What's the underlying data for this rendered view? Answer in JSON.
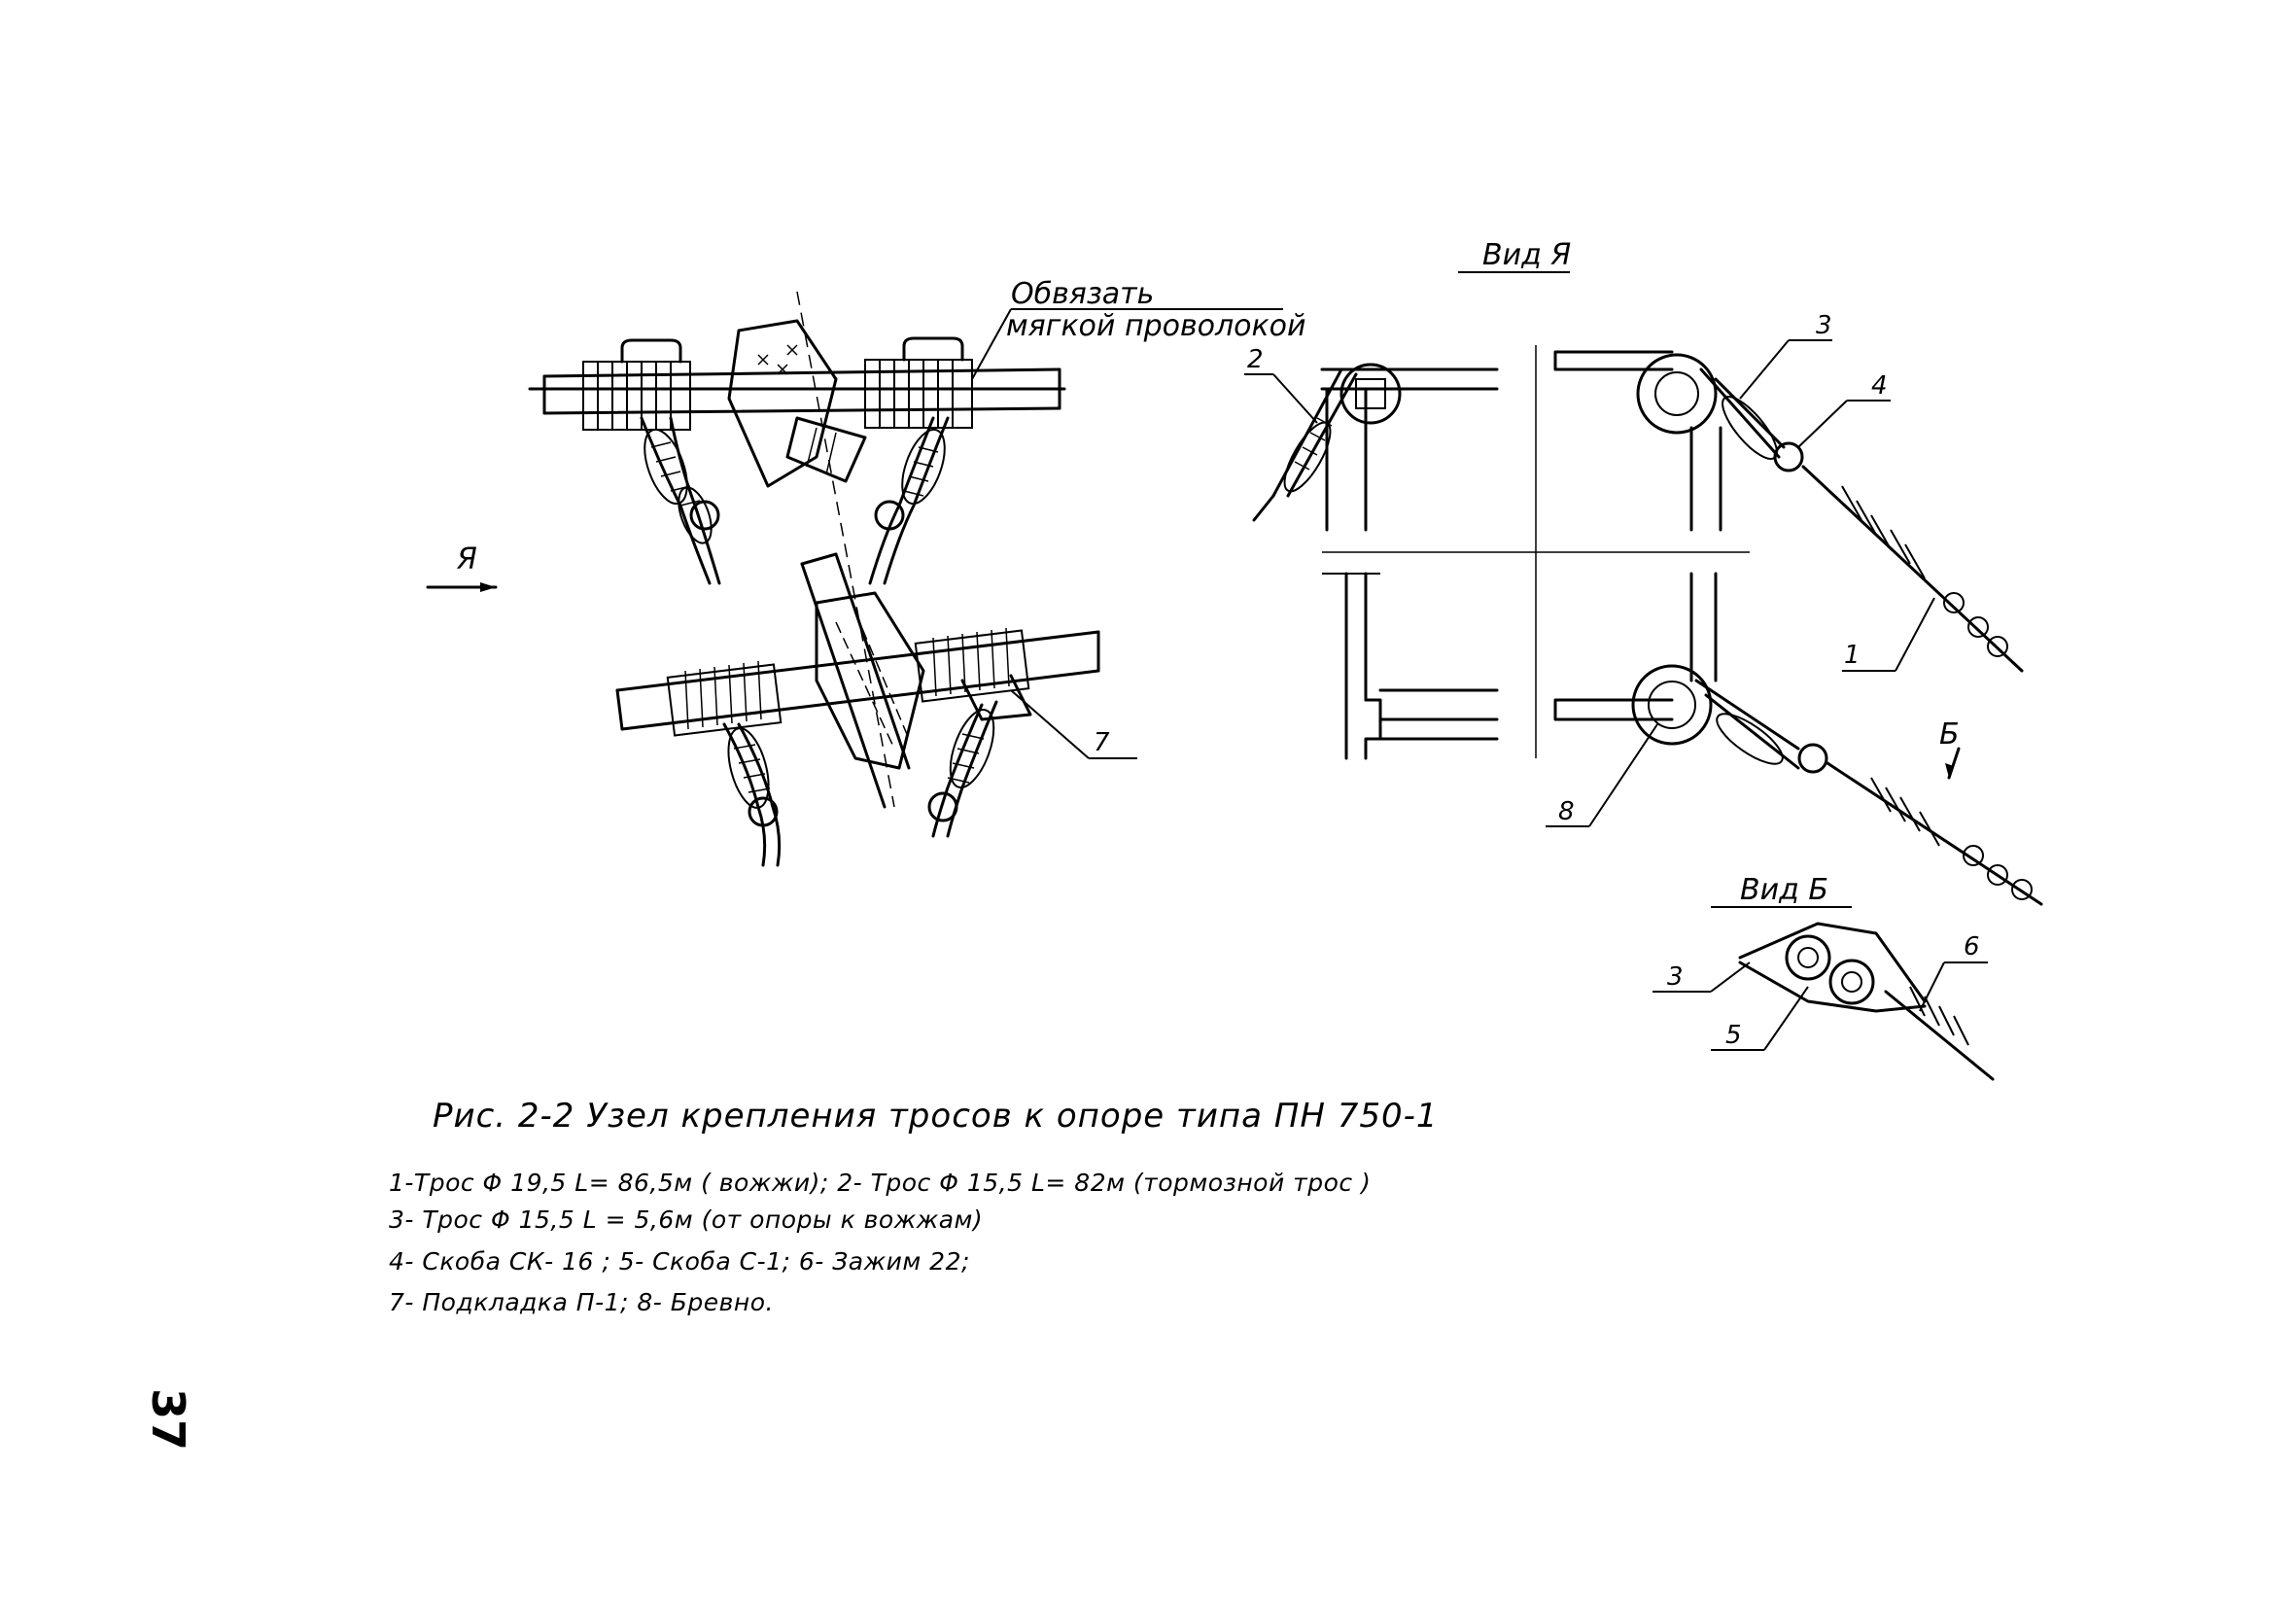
{
  "labels": {
    "tie_note_line1": "Обвязать",
    "tie_note_line2": "мягкой проволокой",
    "view_a_arrow": "Я",
    "view_a_title": "Вид Я",
    "view_b_arrow": "Б",
    "view_b_title": "Вид Б",
    "callout_1": "1",
    "callout_2": "2",
    "callout_3": "3",
    "callout_3b": "3",
    "callout_4": "4",
    "callout_5": "5",
    "callout_6": "6",
    "callout_7": "7",
    "callout_8": "8"
  },
  "caption": {
    "title": "Рис. 2-2   Узел крепления тросов  к опоре типа ПН 750-1"
  },
  "legend": [
    "1-Трос  Φ 19,5  L= 86,5м ( вожжи);   2- Трос Φ 15,5  L= 82м (тормозной трос )",
    "3- Трос  Φ 15,5  L = 5,6м  (от опоры  к вожжам)",
    "4- Скоба  СК- 16 ;    5- Скоба  С-1;   6- Зажим  22;",
    "7- Подкладка  П-1;     8- Бревно."
  ],
  "page_number": "37"
}
